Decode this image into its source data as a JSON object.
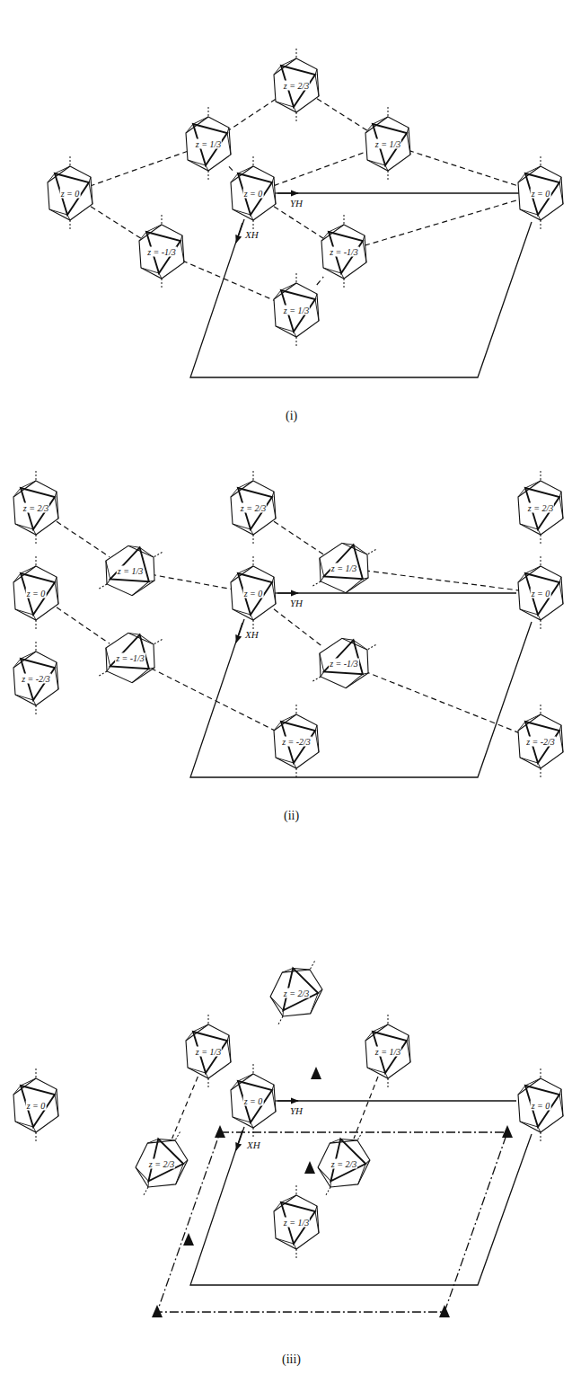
{
  "diagram": {
    "nodes": [
      {
        "text": [
          "z = 2/3"
        ]
      },
      {
        "text": [
          "z = 1/3"
        ]
      },
      {
        "text": [
          "z = 1/3"
        ]
      },
      {
        "text": [
          "z = 0"
        ]
      },
      {
        "text": [
          "z = 0"
        ]
      },
      {
        "text": [
          "z = 0"
        ]
      },
      {
        "text": [
          "z = -1/3"
        ]
      },
      {
        "text": [
          "z = -1/3"
        ]
      },
      {
        "text": [
          "z = 1/3"
        ]
      },
      {
        "text": [
          "z = 2/3"
        ]
      },
      {
        "text": [
          "z = 2/3"
        ]
      },
      {
        "text": [
          "z = 2/3"
        ]
      },
      {
        "text": [
          "z = 1/3"
        ]
      },
      {
        "text": [
          "z = 1/3"
        ]
      },
      {
        "text": [
          "z = 0"
        ]
      },
      {
        "text": [
          "z = 0"
        ]
      },
      {
        "text": [
          "z = 0"
        ]
      },
      {
        "text": [
          "z = -1/3"
        ]
      },
      {
        "text": [
          "z = -1/3"
        ]
      },
      {
        "text": [
          "z = -2/3"
        ]
      },
      {
        "text": [
          "z = -2/3"
        ]
      },
      {
        "text": [
          "z = -2/3"
        ]
      },
      {
        "text": [
          "z = 2/3"
        ]
      },
      {
        "text": [
          "z = 1/3"
        ]
      },
      {
        "text": [
          "z = 1/3"
        ]
      },
      {
        "text": [
          "z = 0"
        ]
      },
      {
        "text": [
          "z = 0"
        ]
      },
      {
        "text": [
          "z = 0"
        ]
      },
      {
        "text": [
          "z = 2/3"
        ]
      },
      {
        "text": [
          "z = 2/3"
        ]
      },
      {
        "text": [
          "z = 1/3"
        ]
      }
    ],
    "edges": [
      {
        "from": 0,
        "to": 1,
        "arrow": "none"
      },
      {
        "from": 0,
        "to": 2,
        "arrow": "none"
      },
      {
        "from": 1,
        "to": 3,
        "arrow": "none"
      },
      {
        "from": 3,
        "to": 6,
        "arrow": "none"
      },
      {
        "from": 6,
        "to": 8,
        "arrow": "none"
      },
      {
        "from": 8,
        "to": 7,
        "arrow": "none"
      },
      {
        "from": 7,
        "to": 5,
        "arrow": "none"
      },
      {
        "from": 2,
        "to": 5,
        "arrow": "none"
      },
      {
        "from": 1,
        "to": 4,
        "arrow": "none"
      },
      {
        "from": 4,
        "to": 7,
        "arrow": "none"
      },
      {
        "from": 4,
        "to": 2,
        "arrow": "none"
      },
      {
        "from": 9,
        "to": 12,
        "arrow": "none"
      },
      {
        "from": 12,
        "to": 15,
        "arrow": "none"
      },
      {
        "from": 15,
        "to": 18,
        "arrow": "none"
      },
      {
        "from": 18,
        "to": 21,
        "arrow": "none"
      },
      {
        "from": 14,
        "to": 17,
        "arrow": "none"
      },
      {
        "from": 17,
        "to": 20,
        "arrow": "none"
      },
      {
        "from": 10,
        "to": 13,
        "arrow": "none"
      },
      {
        "from": 13,
        "to": 16,
        "arrow": "none"
      },
      {
        "from": 23,
        "to": 28,
        "arrow": "none"
      },
      {
        "from": 24,
        "to": 29,
        "arrow": "none"
      }
    ],
    "labels": [
      "YH",
      "XH",
      "(i)",
      "YH",
      "XH",
      "(ii)",
      "YH",
      "XH",
      "(iii)"
    ]
  }
}
